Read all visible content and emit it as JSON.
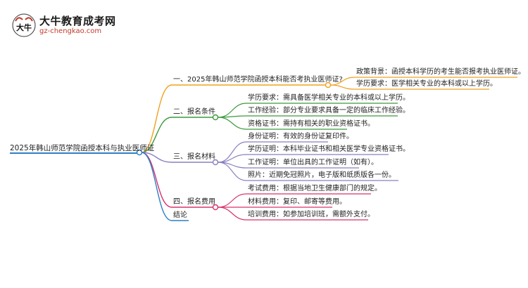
{
  "logo": {
    "title": "大牛教育成考网",
    "url": "gz-chengkao.com",
    "mark_text": "大牛"
  },
  "root": "2025年韩山师范学院函授本科与执业医师证",
  "branches": [
    {
      "label": "一、2025年韩山师范学院函授本科能否考执业医师证?",
      "color": "#f0a020",
      "children": [
        "政策背景：函授本科学历的考生能否报考执业医师证。",
        "学历要求：医学相关专业的本科或以上学历。"
      ]
    },
    {
      "label": "二、报名条件",
      "color": "#3c9a3c",
      "children": [
        "学历要求：需具备医学相关专业的本科或以上学历。",
        "工作经验：部分专业要求具备一定的临床工作经验。",
        "资格证书：需持有相关的职业资格证书。"
      ]
    },
    {
      "label": "三、报名材料",
      "color": "#8a7fc0",
      "children": [
        "身份证明：有效的身份证复印件。",
        "学历证明：本科毕业证书和相关医学专业资格证书。",
        "工作证明：单位出具的工作证明（如有）。",
        "照片：近期免冠照片，电子版和纸质版各一份。"
      ]
    },
    {
      "label": "四、报名费用",
      "color": "#d6336c",
      "children": [
        "考试费用：根据当地卫生健康部门的规定。",
        "材料费用：复印、邮寄等费用。",
        "培训费用：如参加培训班，需额外支付。"
      ]
    },
    {
      "label": "结论",
      "color": "#2d7fc4",
      "children": []
    }
  ]
}
